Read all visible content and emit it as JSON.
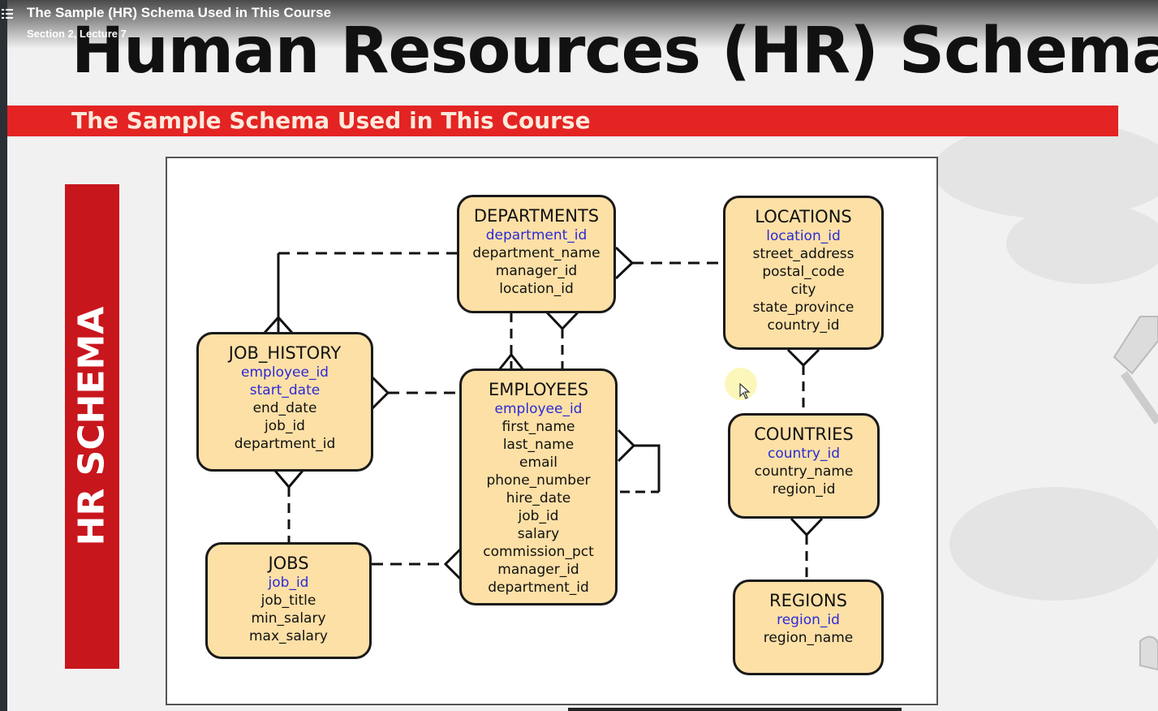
{
  "player": {
    "title": "The Sample (HR) Schema Used in This Course",
    "subtitle": "Section 2, Lecture 7"
  },
  "slide": {
    "title": "Human Resources (HR) Schema",
    "banner": "The Sample Schema Used in This Course",
    "side_label": "HR SCHEMA"
  },
  "colors": {
    "accent_red": "#e32423",
    "side_red": "#c8161d",
    "entity_fill": "#fde0a6",
    "primary_key": "#2a2ad8"
  },
  "entities": {
    "departments": {
      "name": "DEPARTMENTS",
      "pk": "department_id",
      "fields": [
        "department_name",
        "manager_id",
        "location_id"
      ]
    },
    "locations": {
      "name": "LOCATIONS",
      "pk": "location_id",
      "fields": [
        "street_address",
        "postal_code",
        "city",
        "state_province",
        "country_id"
      ]
    },
    "job_history": {
      "name": "JOB_HISTORY",
      "pk": "employee_id",
      "pk2": "start_date",
      "fields": [
        "end_date",
        "job_id",
        "department_id"
      ]
    },
    "employees": {
      "name": "EMPLOYEES",
      "pk": "employee_id",
      "fields": [
        "first_name",
        "last_name",
        "email",
        "phone_number",
        "hire_date",
        "job_id",
        "salary",
        "commission_pct",
        "manager_id",
        "department_id"
      ]
    },
    "countries": {
      "name": "COUNTRIES",
      "pk": "country_id",
      "fields": [
        "country_name",
        "region_id"
      ]
    },
    "jobs": {
      "name": "JOBS",
      "pk": "job_id",
      "fields": [
        "job_title",
        "min_salary",
        "max_salary"
      ]
    },
    "regions": {
      "name": "REGIONS",
      "pk": "region_id",
      "fields": [
        "region_name"
      ]
    }
  }
}
